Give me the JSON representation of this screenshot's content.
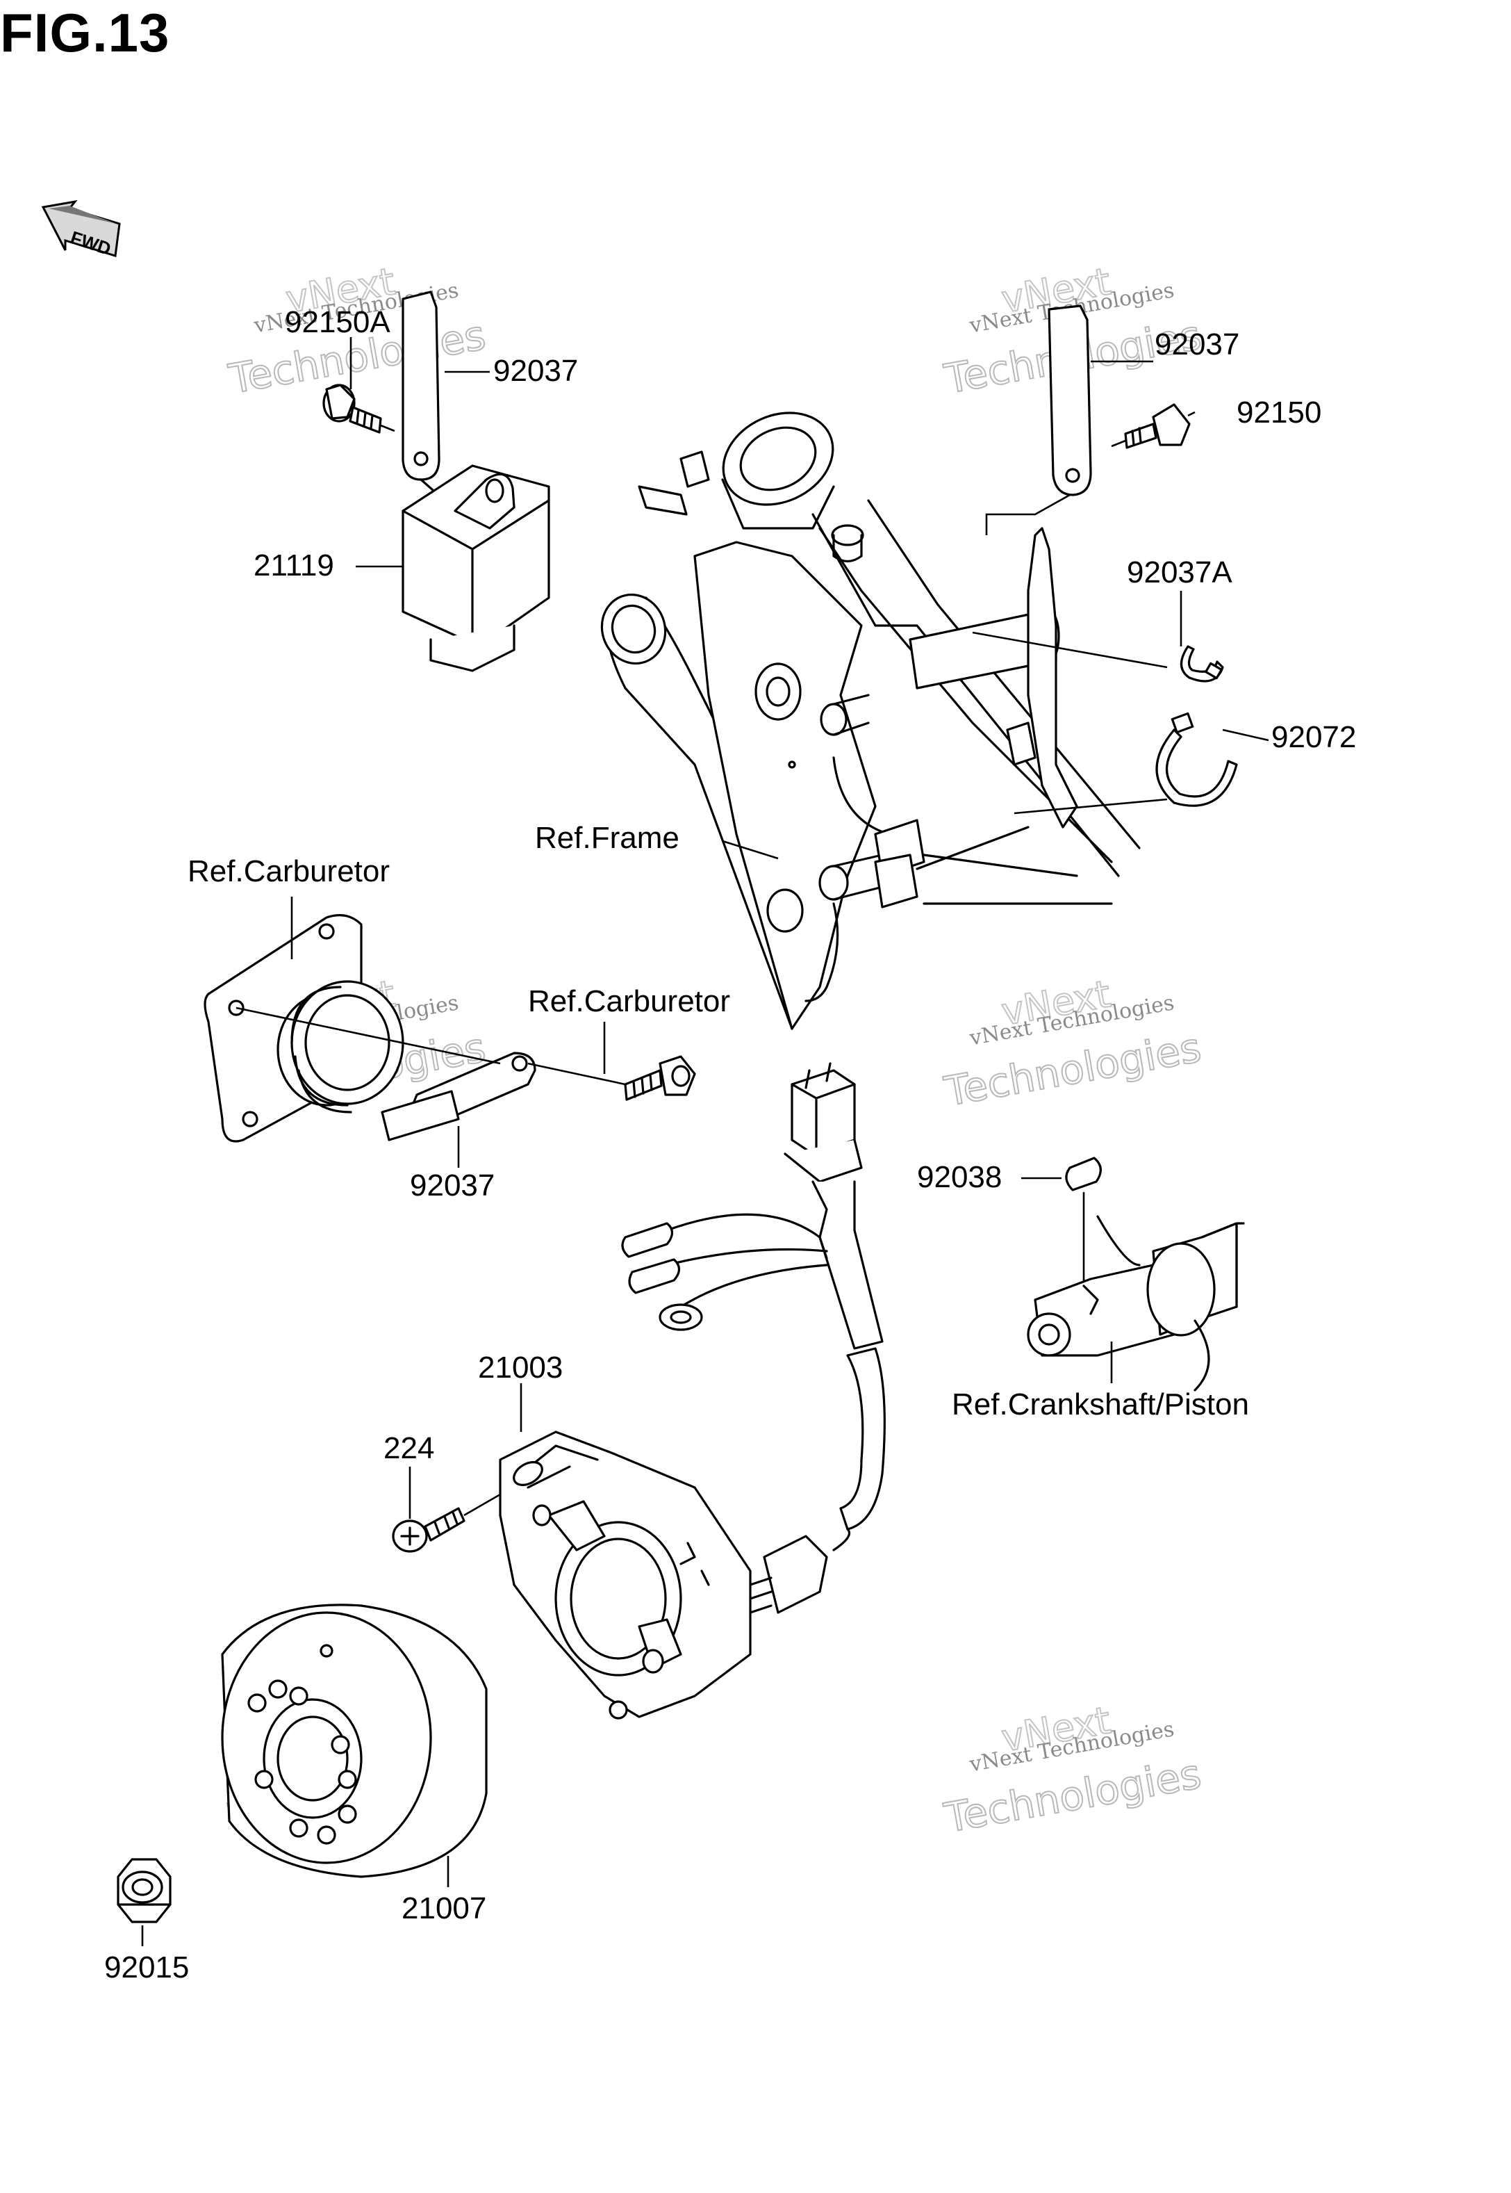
{
  "figure": {
    "title": "FIG.13",
    "fwd_label": "FWD"
  },
  "callouts": [
    {
      "id": "92150A",
      "text": "92150A"
    },
    {
      "id": "92037-top-left",
      "text": "92037"
    },
    {
      "id": "21119",
      "text": "21119"
    },
    {
      "id": "92037-top-right",
      "text": "92037"
    },
    {
      "id": "92150",
      "text": "92150"
    },
    {
      "id": "92037A",
      "text": "92037A"
    },
    {
      "id": "92072",
      "text": "92072"
    },
    {
      "id": "ref-frame",
      "text": "Ref.Frame"
    },
    {
      "id": "ref-carburetor-1",
      "text": "Ref.Carburetor"
    },
    {
      "id": "ref-carburetor-2",
      "text": "Ref.Carburetor"
    },
    {
      "id": "92037-carb",
      "text": "92037"
    },
    {
      "id": "92038",
      "text": "92038"
    },
    {
      "id": "ref-crankshaft-piston",
      "text": "Ref.Crankshaft/Piston"
    },
    {
      "id": "21003",
      "text": "21003"
    },
    {
      "id": "224",
      "text": "224"
    },
    {
      "id": "21007",
      "text": "21007"
    },
    {
      "id": "92015",
      "text": "92015"
    }
  ],
  "watermark": {
    "line1": "vNext Technologies",
    "big_word": "Technologies",
    "small_word": "vNext"
  }
}
